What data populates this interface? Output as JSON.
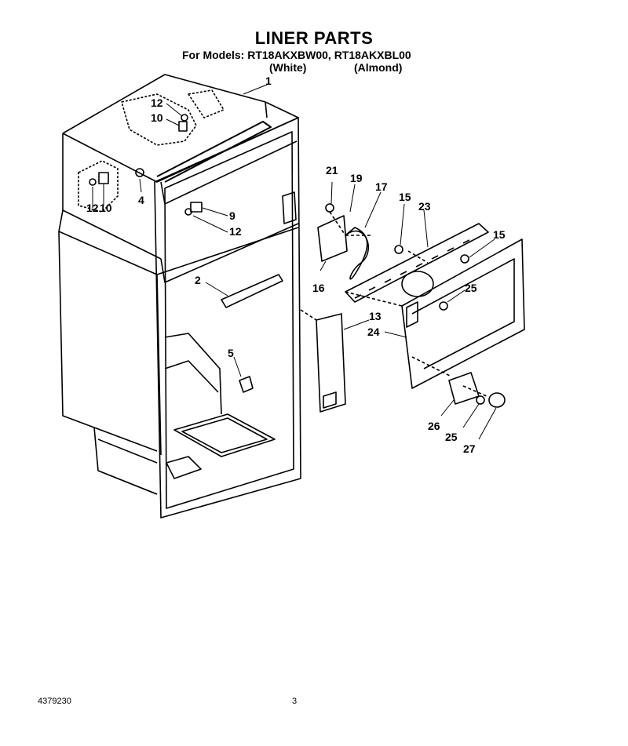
{
  "header": {
    "title": "LINER PARTS",
    "models_line": "For Models: RT18AKXBW00, RT18AKXBL00",
    "variant_1": "(White)",
    "variant_2": "(Almond)"
  },
  "callouts": [
    "1",
    "2",
    "4",
    "5",
    "9",
    "10",
    "10",
    "12",
    "12",
    "12",
    "13",
    "15",
    "15",
    "16",
    "17",
    "19",
    "21",
    "23",
    "24",
    "25",
    "25",
    "26",
    "27"
  ],
  "footer": {
    "doc_number": "4379230",
    "page_number": "3"
  }
}
